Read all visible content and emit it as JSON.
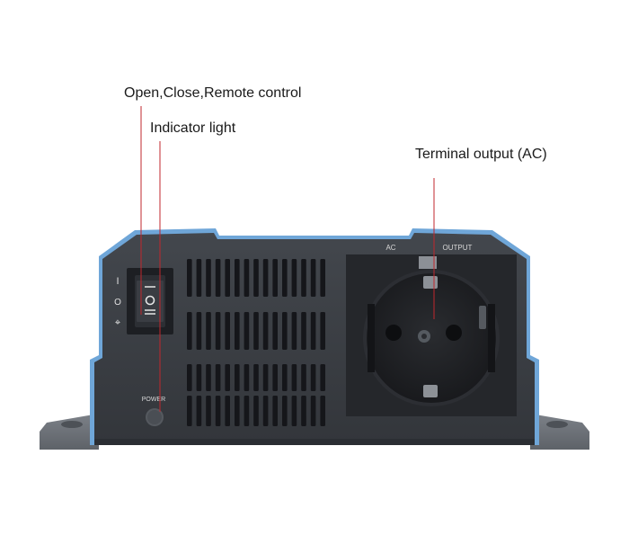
{
  "callouts": {
    "switch": "Open,Close,Remote control",
    "indicator": "Indicator light",
    "output": "Terminal output (AC)"
  },
  "panel": {
    "power_label": "POWER",
    "ac_label": "AC",
    "output_label": "OUTPUT"
  },
  "switch_symbols": {
    "on": "I",
    "off": "O",
    "remote": "⌖"
  },
  "colors": {
    "housing": "#3c4046",
    "housing_dark": "#2b2e33",
    "frame_blue": "#6fa6d8",
    "feet": "#6e737a",
    "leader_line": "#c1272d",
    "socket": "#1f2125"
  }
}
